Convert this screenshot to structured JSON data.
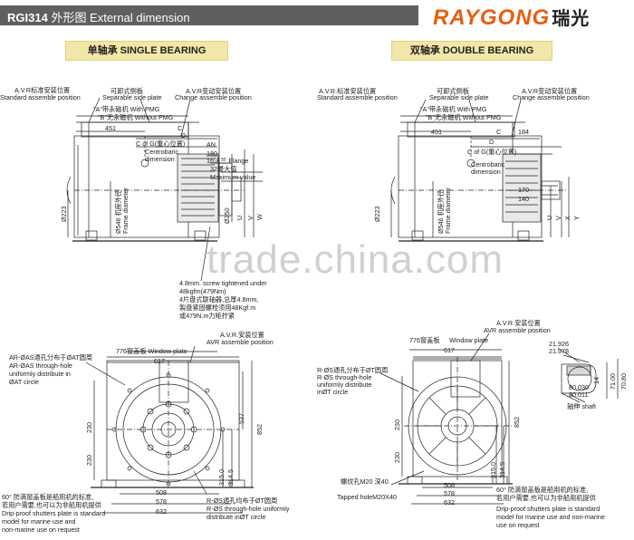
{
  "header": {
    "model": "RGI314",
    "title": "外形图 External dimension",
    "logo_text": "RAYGONG",
    "logo_cn": "瑞光",
    "accent_color": "#e85e10",
    "bar_color": "#5f5f5f"
  },
  "sections": {
    "single": "单轴承 SINGLE BEARING",
    "double": "双轴承 DOUBLE BEARING"
  },
  "watermark": "trade.china.com",
  "single_side": {
    "avr_cn": "A.V.R标准安装位置",
    "avr_en": "Standard assemble position",
    "plate_cn": "可卸式侧板",
    "plate_en": "Separable side plate",
    "change_cn": "A.V.R变动安装位置",
    "change_en": "Change assemble position",
    "a_pmg": "\"A\"带永磁机 With PMG",
    "b_pmg": "\"B\"无永磁机 Without PMG",
    "d451": "451",
    "c": "C",
    "d": "D",
    "cofg": "C of G(重心位置)",
    "centrobaric1": "Centrobaric",
    "centrobaric2": "dimension",
    "d180": "180",
    "an": "AN",
    "flange1": "16法兰 Flange",
    "flange2": "32最大值",
    "flange3": "Maximum value",
    "d223": "Ø223",
    "frame": "Ø546 机座外径",
    "frame2": "Frame diameter",
    "d250": "Ø250",
    "u": "U",
    "v": "V",
    "w": "W",
    "note1": "4.8mm. screw tightened under",
    "note2": "48kgfm(479Nm)",
    "note3": "4片盘式联轴器,总厚4.8mm,",
    "note4": "製盘紧固螺栓须用48Kgf.m",
    "note5": "或479N.m力矩拧紧"
  },
  "double_side": {
    "avr_cn": "A.V.R.标准安装位置",
    "avr_en": "Standard assemble position",
    "plate_cn": "可卸式侧板",
    "plate_en": "Separable side plate",
    "change_cn": "A.V.R变动安装位置",
    "change_en": "Change assemble position",
    "a_pmg": "\"A\"带永磁机 With PMG",
    "b_pmg": "\"B\"无永磁机 Without PMG",
    "d451": "451",
    "c": "C",
    "d184": "184",
    "d": "D",
    "cofg": "C of G(重心位置)",
    "centrobaric1": "Centrobaric",
    "centrobaric2": "dimension",
    "d170": "170",
    "d140": "140",
    "d223": "Ø223",
    "frame": "Ø546 机座外径",
    "frame2": "Frame diameter",
    "u": "U",
    "v": "V",
    "x": "X",
    "y": "Y"
  },
  "single_front": {
    "avr_cn": "A.V.R.安装位置",
    "avr_en": "AVR assemble position",
    "window": "776窗盖板 Window plate",
    "d617": "617",
    "ar1": "AR-ØAS通孔分布于ØAT圆周",
    "ar2": "AR-ØAS through-hole",
    "ar3": "uniformly distribute in",
    "ar4": "ØAT circle",
    "d230a": "230",
    "d230b": "230",
    "d537": "537",
    "d852": "852",
    "d315": "315.0",
    "d314": "314.5",
    "d508": "508",
    "d578": "578",
    "d632": "632",
    "r1": "R-ØS通孔均布于ØT圆周",
    "r2": "R-ØS through-hole uniformly",
    "r3": "distribute inØT circle",
    "drip1": "60° 防滴窗盖板是船用机的标准,",
    "drip2": "若用户需要,也可以为非船用机提供",
    "drip3": "Drip-proof shutters plate is standard",
    "drip4": "model for marine use and",
    "drip5": "non-marine use on request"
  },
  "double_front": {
    "avr_cn": "A.V.R.安装位置",
    "avr_en": "AVR assemble position",
    "window": "776窗盖板",
    "window2": "Window plate",
    "d617": "617",
    "r1": "R-ØS通孔分布于ØT圆周",
    "r2": "R-ØS through-hole",
    "r3": "uniformly distribute",
    "r4": "inØT circle",
    "d230a": "230",
    "d230b": "230",
    "d852": "852",
    "d315": "315.0",
    "d314": "314.5",
    "thread1": "螺纹孔M20  深40",
    "thread2": "Tapped holeM20X40",
    "d508": "508",
    "d578": "578",
    "d632": "632",
    "drip1": "60° 防滴窗盖板是船用机的标准,",
    "drip2": "若用户需要,也可以为非船用机提供",
    "drip3": "Drip-proof shutters plate is standard",
    "drip4": "model for marine use and non-marine",
    "drip5": "use on request"
  },
  "shaft": {
    "d21_926": "21.926",
    "d21_978": "21.978",
    "d14": "14",
    "d71": "71.00",
    "d70": "70.80",
    "d80_030": "80.030",
    "d80_011": "80.011",
    "label": "轴伸 shaft"
  }
}
